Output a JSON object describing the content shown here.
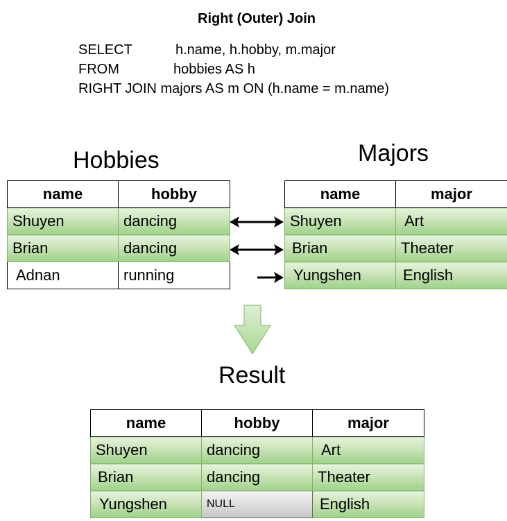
{
  "title": "Right (Outer) Join",
  "sql": {
    "line1_keyword": "SELECT",
    "line1_rest": "h.name, h.hobby, m.major",
    "line2_keyword": "FROM",
    "line2_rest": "hobbies AS h",
    "line3": "RIGHT JOIN majors AS m ON (h.name = m.name)"
  },
  "hobbies": {
    "heading": "Hobbies",
    "headers": [
      "name",
      "hobby"
    ],
    "rows": [
      {
        "name": "Shuyen",
        "hobby": "dancing",
        "matched": true
      },
      {
        "name": "Brian",
        "hobby": "dancing",
        "matched": true
      },
      {
        "name": "Adnan",
        "hobby": "running",
        "matched": false
      }
    ]
  },
  "majors": {
    "heading": "Majors",
    "headers": [
      "name",
      "major"
    ],
    "rows": [
      {
        "name": "Shuyen",
        "major": "Art"
      },
      {
        "name": "Brian",
        "major": "Theater"
      },
      {
        "name": "Yungshen",
        "major": "English"
      }
    ]
  },
  "result": {
    "heading": "Result",
    "headers": [
      "name",
      "hobby",
      "major"
    ],
    "rows": [
      {
        "name": "Shuyen",
        "hobby": "dancing",
        "major": "Art"
      },
      {
        "name": "Brian",
        "hobby": "dancing",
        "major": "Theater"
      },
      {
        "name": "Yungshen",
        "hobby": "NULL",
        "major": "English"
      }
    ]
  },
  "colors": {
    "match_fill_top": "#e6f2dd",
    "match_fill_bottom": "#9fd18a",
    "match_border": "#82b366",
    "null_fill": "#d9d9d9",
    "down_arrow_fill": "#b9dfa5"
  },
  "icons": {
    "join_arrow": "double-headed-arrow-icon",
    "one_way_arrow": "right-arrow-icon",
    "result_arrow": "down-arrow-icon"
  }
}
